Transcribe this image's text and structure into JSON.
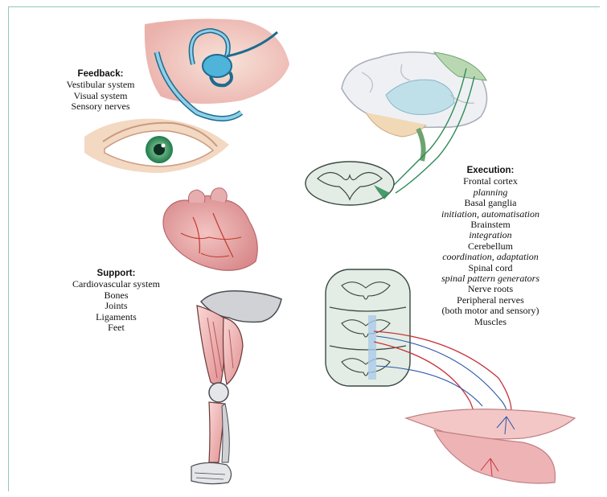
{
  "feedback": {
    "heading": "Feedback:",
    "items": [
      "Vestibular system",
      "Visual system",
      "Sensory nerves"
    ]
  },
  "support": {
    "heading": "Support:",
    "items": [
      "Cardiovascular system",
      "Bones",
      "Joints",
      "Ligaments",
      "Feet"
    ]
  },
  "execution": {
    "heading": "Execution:",
    "lines": [
      "Frontal cortex",
      "planning",
      "Basal ganglia",
      "initiation, automatisation",
      "Brainstem",
      "integration",
      "Cerebellum",
      "coordination, adaptation",
      "Spinal cord",
      "spinal pattern generators",
      "Nerve roots",
      "Peripheral nerves",
      "(both motor and sensory)",
      "Muscles"
    ]
  },
  "colors": {
    "frame": "#8fc7bd",
    "tract_green": "#2e8b57",
    "motor_red": "#c8323c",
    "sensory_blue": "#2d57a8",
    "tissue_pink": "#e8a7a3"
  }
}
